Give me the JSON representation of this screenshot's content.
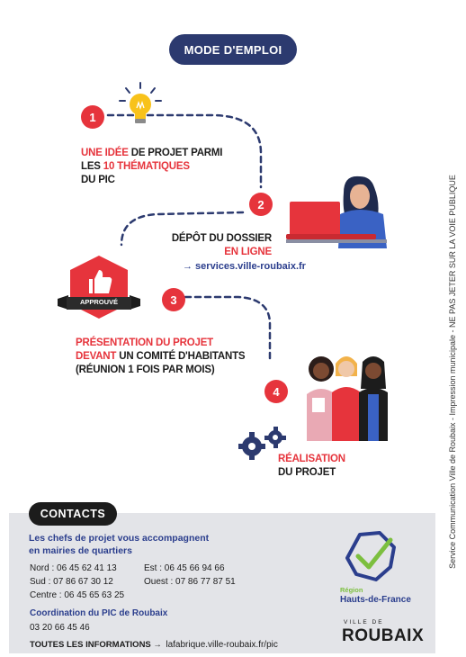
{
  "header": {
    "title": "MODE D'EMPLOI"
  },
  "steps": [
    {
      "number": "1",
      "lines": [
        [
          {
            "t": "UNE IDÉE",
            "red": true
          },
          {
            "t": " DE PROJET PARMI",
            "red": false
          }
        ],
        [
          {
            "t": "LES ",
            "red": false
          },
          {
            "t": "10 THÉMATIQUES",
            "red": true
          }
        ],
        [
          {
            "t": "DU PIC",
            "red": false
          }
        ]
      ]
    },
    {
      "number": "2",
      "line1": "DÉPÔT DU DOSSIER",
      "line2": "EN LIGNE",
      "link": "→ services.ville-roubaix.fr"
    },
    {
      "number": "3",
      "badge": "APPROUVÉ",
      "line1": "PRÉSENTATION DU PROJET",
      "line2a": "DEVANT",
      "line2b": " UN COMITÉ D'HABITANTS",
      "line3": "(RÉUNION 1 FOIS PAR MOIS)"
    },
    {
      "number": "4",
      "line1": "RÉALISATION",
      "line2": "DU PROJET"
    }
  ],
  "side_text": "Service Communication Ville de Roubaix - Impression municipale - NE PAS JETER SUR LA VOIE PUBLIQUE",
  "contacts": {
    "label": "CONTACTS",
    "intro1": "Les chefs de projet vous accompagnent",
    "intro2": "en mairies de quartiers",
    "nord": "Nord : 06 45 62 41 13",
    "est": "Est : 06 45 66 94 66",
    "sud": "Sud : 07 86 67 30 12",
    "ouest": "Ouest : 07 86 77 87 51",
    "centre": "Centre : 06 45 65 63 25",
    "coord_title": "Coordination du PIC de Roubaix",
    "coord_phone": "03 20 66 45 46",
    "info_label": "TOUTES LES INFORMATIONS →",
    "info_url": "lafabrique.ville-roubaix.fr/pic"
  },
  "logos": {
    "region_small": "Région",
    "region_name": "Hauts-de-France",
    "ville_de": "VILLE DE",
    "city": "ROUBAIX"
  },
  "colors": {
    "navy": "#2c3a6f",
    "red": "#e6343c",
    "blue": "#2b3e8d",
    "gray": "#e3e4e8"
  }
}
